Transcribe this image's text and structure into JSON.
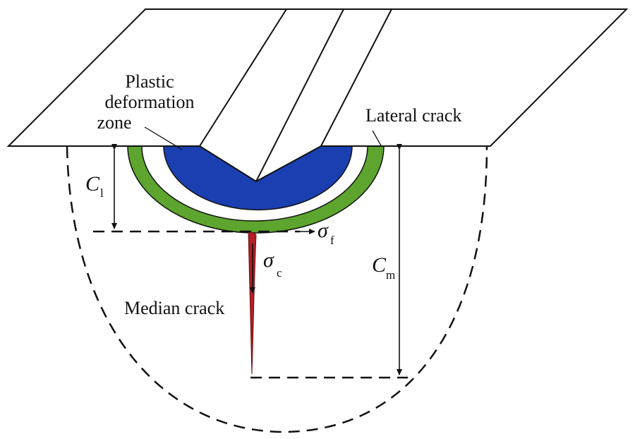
{
  "labels": {
    "plastic_zone": [
      "Plastic",
      "deformation",
      "zone"
    ],
    "lateral_crack": "Lateral crack",
    "median_crack": "Median crack"
  },
  "symbols": {
    "c_l": {
      "main": "C",
      "sub": "l"
    },
    "c_m": {
      "main": "C",
      "sub": "m"
    },
    "sigma_f": {
      "main": "σ",
      "sub": "f"
    },
    "sigma_c": {
      "main": "σ",
      "sub": "c"
    }
  },
  "colors": {
    "plastic_zone": "#1a3fb0",
    "lateral_crack": "#5da52e",
    "median_crack": "#b31e24",
    "line": "#111111",
    "surface": "#ffffff"
  }
}
